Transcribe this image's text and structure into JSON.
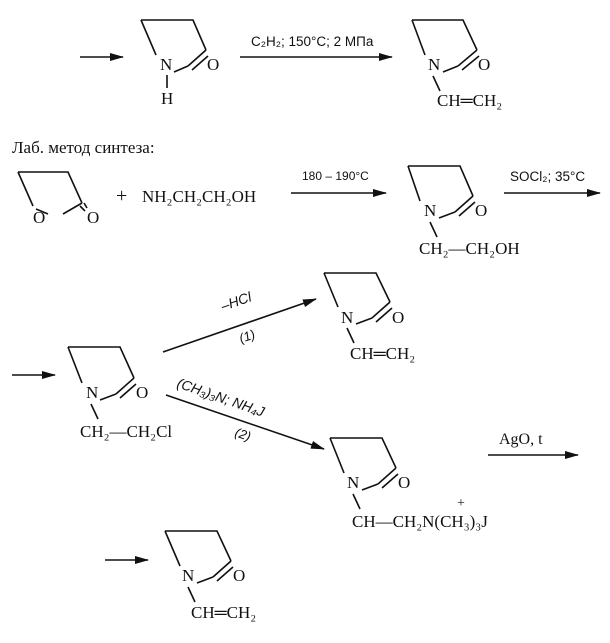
{
  "industrial": {
    "condition": "C₂H₂; 150°C; 2 МПа",
    "reactant": {
      "N": "N",
      "O": "O",
      "H": "H"
    },
    "product": {
      "N": "N",
      "O": "O",
      "sub": "CH═CH₂"
    }
  },
  "lab": {
    "heading": "Лаб. метод синтеза:",
    "butyrolactone": {
      "O1": "O",
      "O2": "O"
    },
    "plus": "+",
    "reagent": "NH₂CH₂CH₂OH",
    "temp": "180 – 190°C",
    "hydroxyethyl": {
      "N": "N",
      "O": "O",
      "sub": "CH₂—CH₂OH"
    },
    "soc": "SOCl₂; 35°C",
    "chloroethyl": {
      "N": "N",
      "O": "O",
      "sub": "CH₂—CH₂Cl"
    },
    "route1": {
      "reagent": "–HCl",
      "label": "(1)"
    },
    "vinyl1": {
      "N": "N",
      "O": "O",
      "sub": "CH═CH₂"
    },
    "route2": {
      "reagent": "(CH₃)₃N; NH₄J",
      "label": "(2)"
    },
    "ammonium": {
      "N": "N",
      "O": "O",
      "sub": "CH—CH₂N(CH₃)₃J",
      "charge": "+"
    },
    "ago": "AgO, t",
    "vinyl2": {
      "N": "N",
      "O": "O",
      "sub": "CH═CH₂"
    }
  }
}
